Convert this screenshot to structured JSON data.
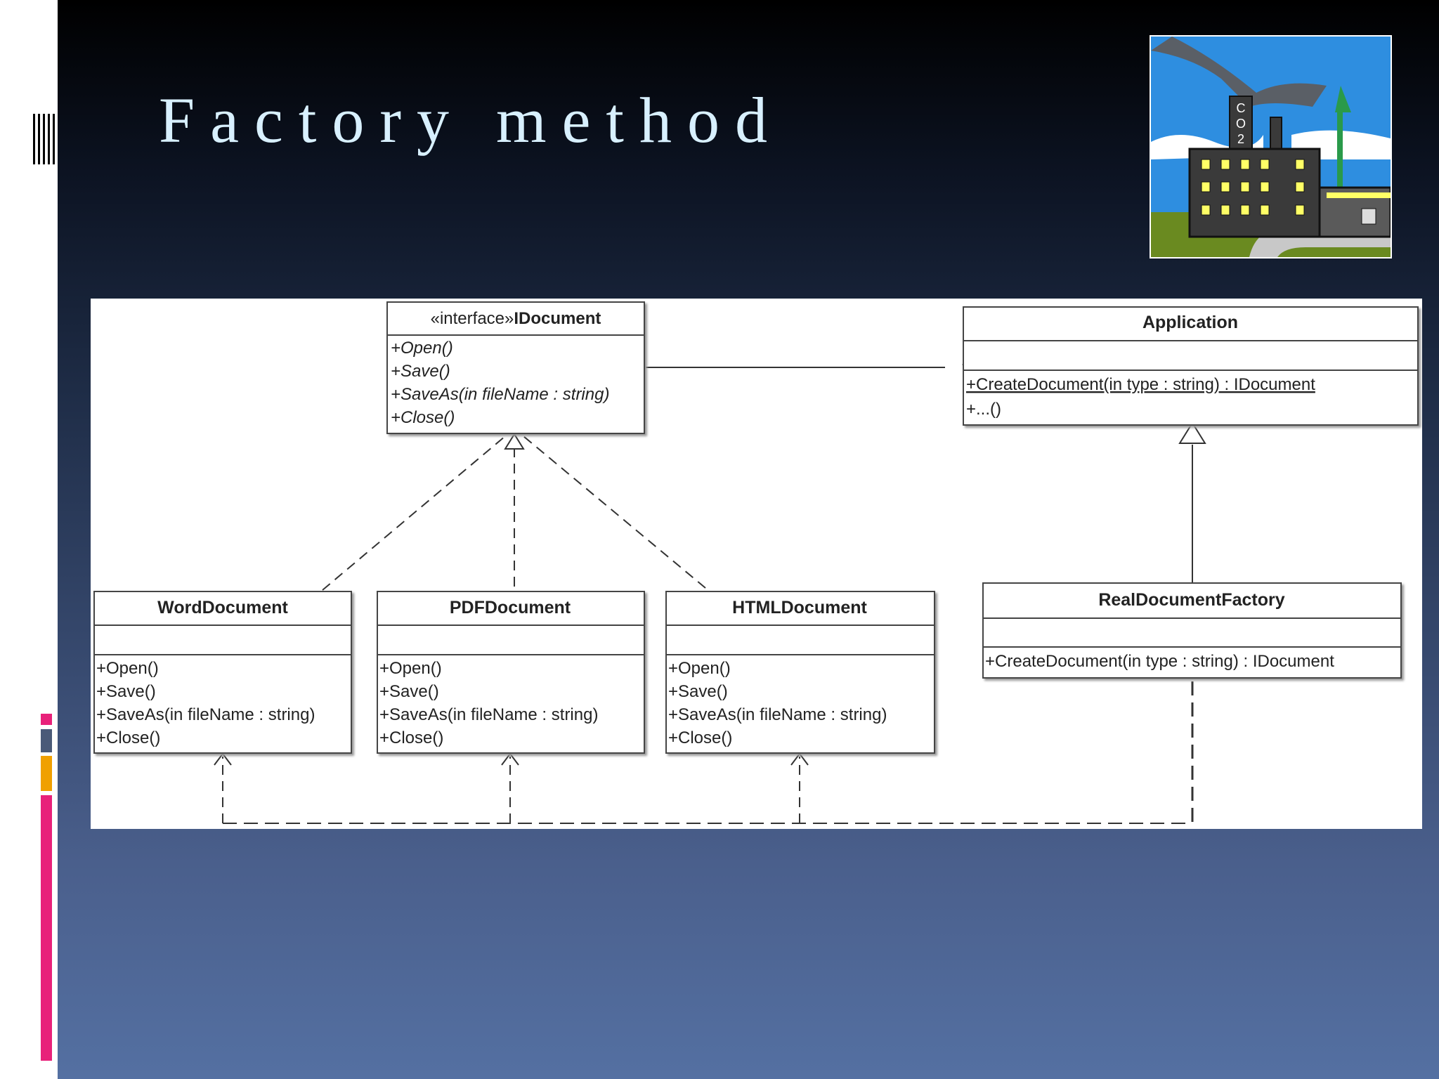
{
  "slide": {
    "title": "Factory method",
    "colors": {
      "background_top": "#000000",
      "background_bottom": "#5470a2",
      "title": "#d8f0ff",
      "accent_pink": "#e8217a",
      "accent_orange": "#f0a000",
      "accent_gray": "#4a5a78"
    }
  },
  "thumbnail": {
    "icon": "factory-illustration",
    "chimney_letters": [
      "C",
      "O",
      "2"
    ]
  },
  "diagram": {
    "idocument": {
      "stereotype": "«interface»",
      "name": "IDocument",
      "methods": [
        "+Open()",
        "+Save()",
        "+SaveAs(in fileName : string)",
        "+Close()"
      ]
    },
    "application": {
      "name": "Application",
      "methods": [
        "+CreateDocument(in type : string) : IDocument",
        "+...()"
      ]
    },
    "word": {
      "name": "WordDocument",
      "methods": [
        "+Open()",
        "+Save()",
        "+SaveAs(in fileName : string)",
        "+Close()"
      ]
    },
    "pdf": {
      "name": "PDFDocument",
      "methods": [
        "+Open()",
        "+Save()",
        "+SaveAs(in fileName : string)",
        "+Close()"
      ]
    },
    "html": {
      "name": "HTMLDocument",
      "methods": [
        "+Open()",
        "+Save()",
        "+SaveAs(in fileName : string)",
        "+Close()"
      ]
    },
    "factory": {
      "name": "RealDocumentFactory",
      "methods": [
        "+CreateDocument(in type : string) : IDocument"
      ]
    }
  }
}
